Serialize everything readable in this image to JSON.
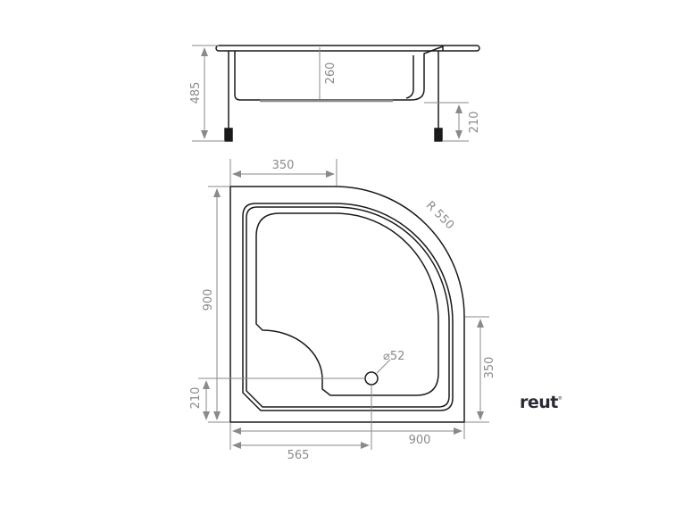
{
  "side_view": {
    "dims": {
      "total_height": "485",
      "depth": "260",
      "leg_height": "210"
    }
  },
  "plan_view": {
    "dims": {
      "seat_width": "350",
      "radius": "R 550",
      "length": "900",
      "drain_diameter": "⌀52",
      "drain_offset_y": "210",
      "width": "900",
      "drain_offset_x": "565",
      "right_straight": "350"
    }
  },
  "logo": {
    "text": "reut",
    "mark": "®"
  },
  "colors": {
    "outline": "#1a1a1a",
    "dimension": "#8a8a8a",
    "logo": "#2a2a35"
  }
}
